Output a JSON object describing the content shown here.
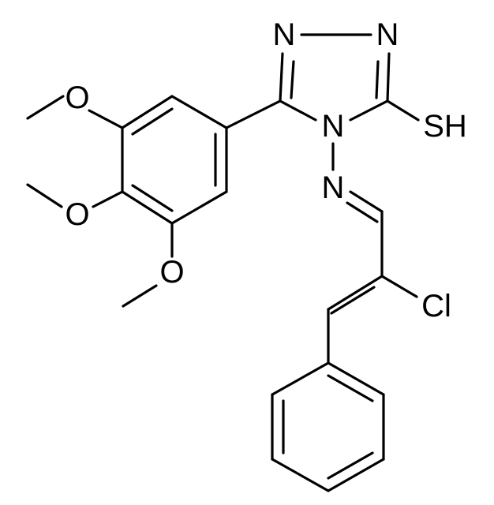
{
  "molecule": {
    "atom_labels": {
      "n1": "N",
      "n2": "N",
      "n4": "N",
      "n_imine": "N",
      "sh": "SH",
      "cl": "Cl",
      "o_top": "O",
      "o_mid": "O",
      "o_bottom": "O"
    }
  }
}
